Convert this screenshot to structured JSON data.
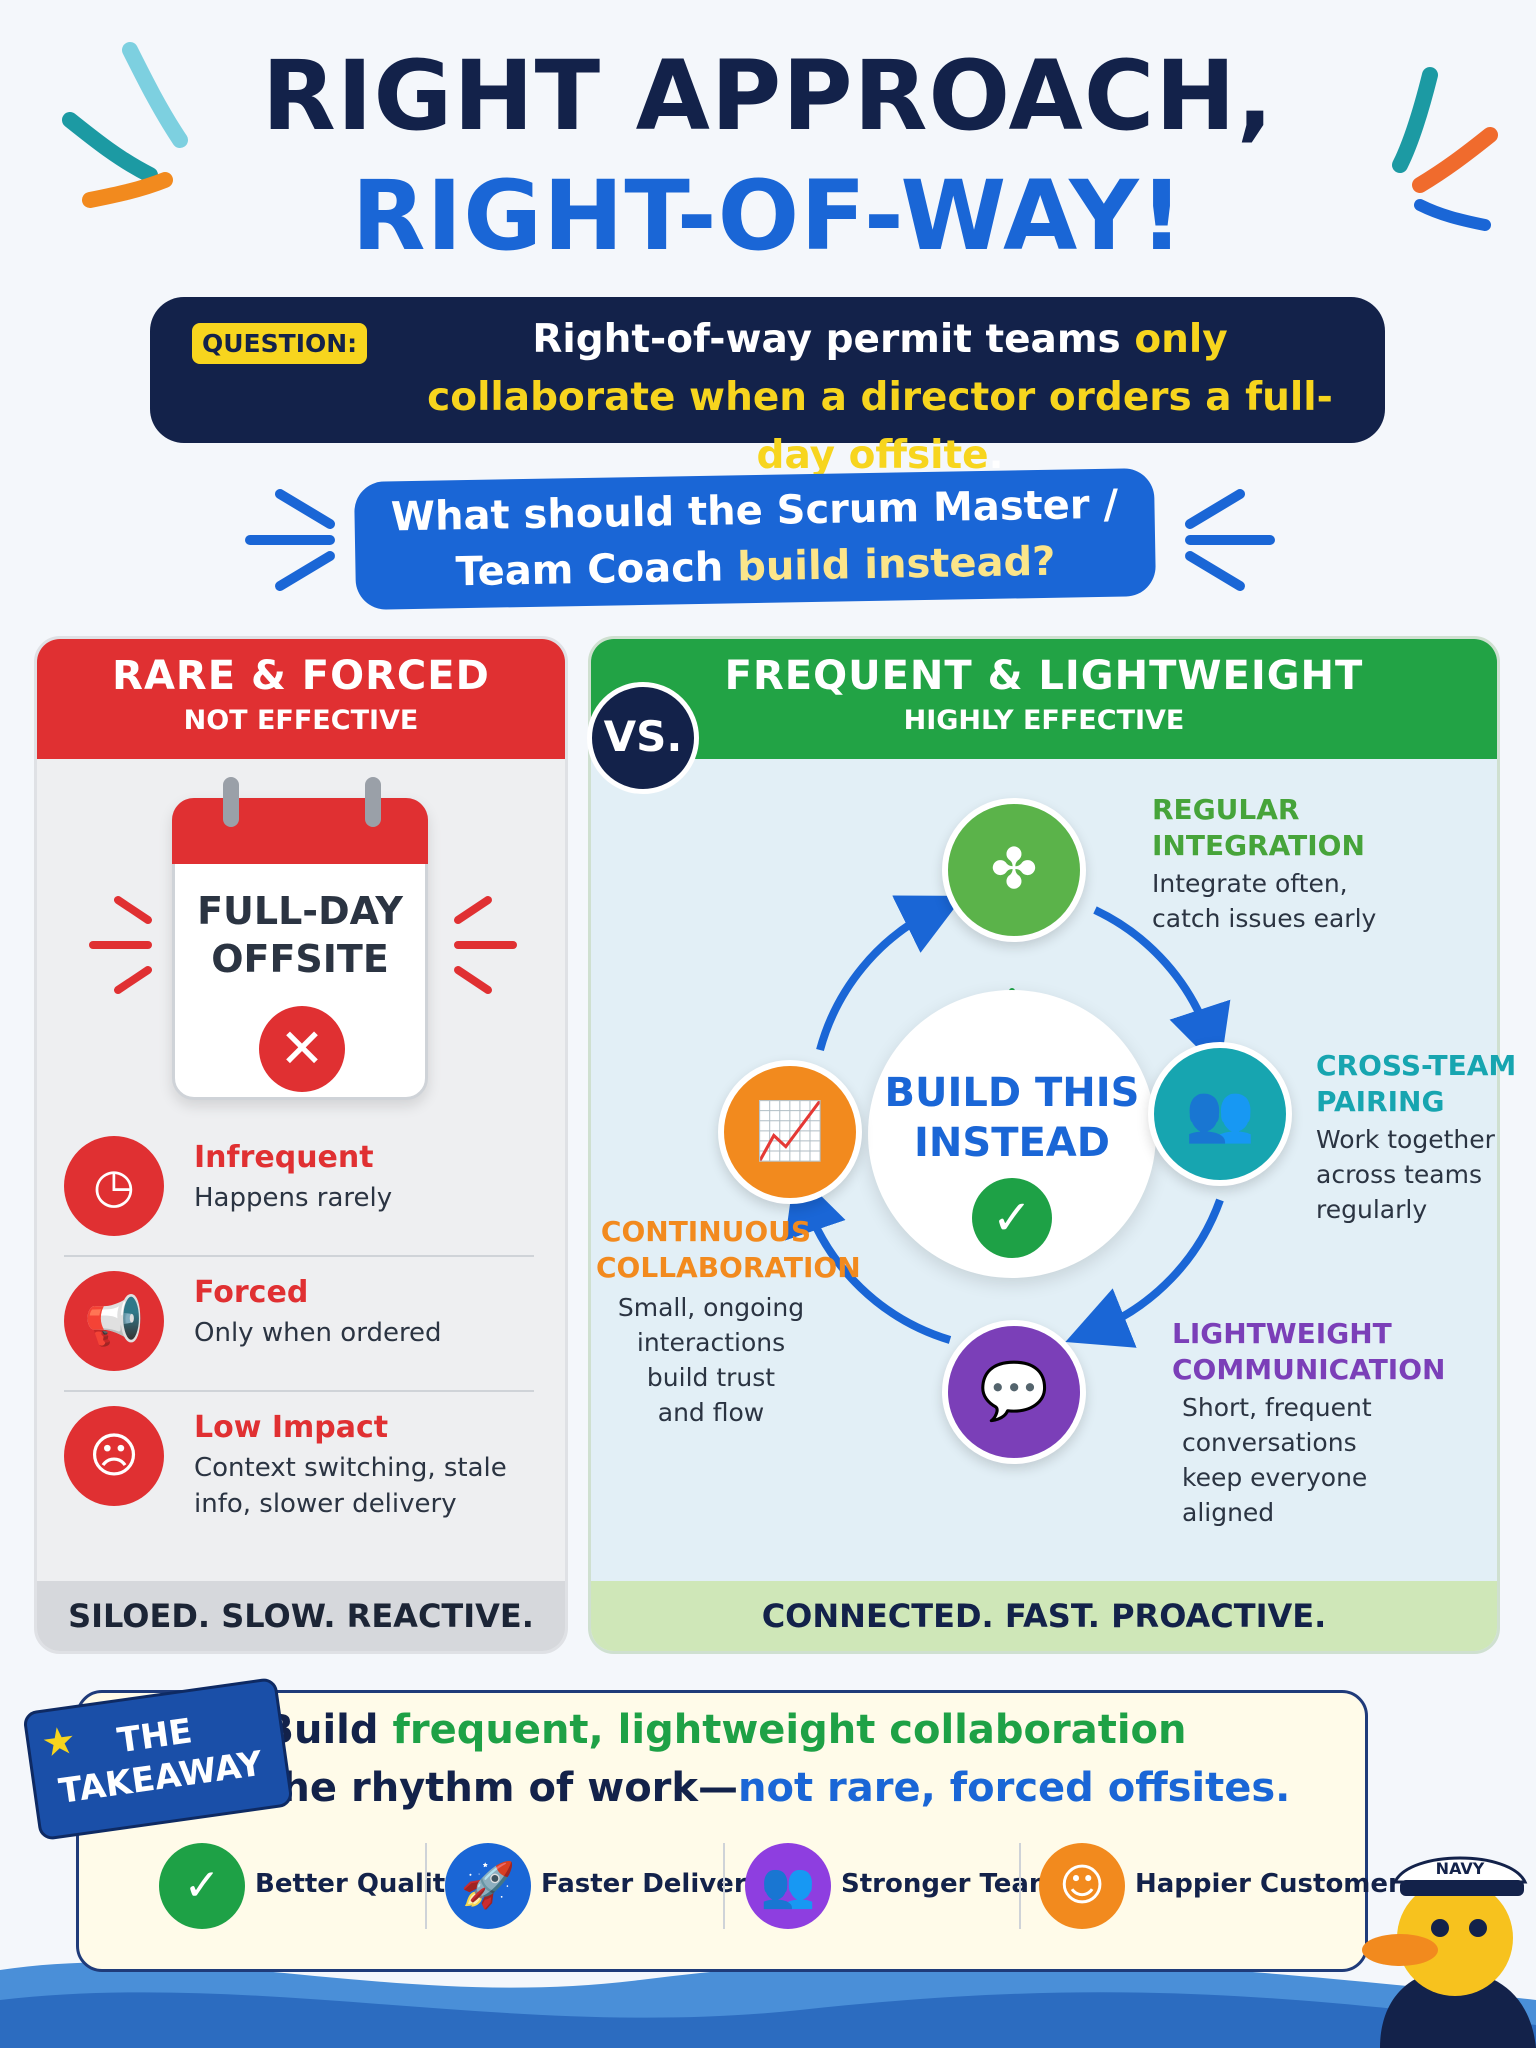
{
  "title": {
    "line1": "RIGHT APPROACH,",
    "line2": "RIGHT-OF-WAY!"
  },
  "question": {
    "tag": "QUESTION:",
    "text_a": "Right-of-way permit teams ",
    "text_b": "only collaborate when a director orders a full-day offsite",
    "text_c": "."
  },
  "ask": {
    "line1": "What should the Scrum Master /",
    "line2a": "Team Coach ",
    "line2b": "build instead?"
  },
  "vs": "VS.",
  "left": {
    "title": "RARE & FORCED",
    "subtitle": "NOT EFFECTIVE",
    "calendar": {
      "line1": "FULL-DAY",
      "line2": "OFFSITE",
      "mark": "✕"
    },
    "items": [
      {
        "title": "Infrequent",
        "desc": "Happens rarely",
        "icon": "clock-icon",
        "glyph": "◷"
      },
      {
        "title": "Forced",
        "desc": "Only when ordered",
        "icon": "megaphone-icon",
        "glyph": "📢"
      },
      {
        "title": "Low Impact",
        "desc": "Context switching, stale info, slower delivery",
        "icon": "sad-face-icon",
        "glyph": "☹"
      }
    ],
    "footer": "SILOED. SLOW. REACTIVE."
  },
  "right": {
    "title": "FREQUENT & LIGHTWEIGHT",
    "subtitle": "HIGHLY EFFECTIVE",
    "center": {
      "line1": "BUILD THIS",
      "line2": "INSTEAD",
      "check": "✓"
    },
    "nodes": [
      {
        "label1": "REGULAR",
        "label2": "INTEGRATION",
        "desc1": "Integrate often,",
        "desc2": "catch issues early",
        "color": "#5bb34a",
        "glyph": "✤"
      },
      {
        "label1": "CROSS-TEAM",
        "label2": "PAIRING",
        "desc1": "Work together",
        "desc2": "across teams",
        "desc3": "regularly",
        "color": "#17a5b0",
        "glyph": "👥"
      },
      {
        "label1": "LIGHTWEIGHT",
        "label2": "COMMUNICATION",
        "desc1": "Short, frequent",
        "desc2": "conversations",
        "desc3": "keep everyone",
        "desc4": "aligned",
        "color": "#7b3fb8",
        "glyph": "💬"
      },
      {
        "label1": "CONTINUOUS",
        "label2": "COLLABORATION",
        "desc1": "Small, ongoing",
        "desc2": "interactions",
        "desc3": "build trust",
        "desc4": "and flow",
        "color": "#f28a1e",
        "glyph": "📈"
      }
    ],
    "footer": "CONNECTED. FAST. PROACTIVE."
  },
  "takeaway": {
    "tag1": "THE",
    "tag2": "TAKEAWAY",
    "line1a": "Build ",
    "line1b": "frequent, lightweight collaboration",
    "line2a": "into the rhythm of work—",
    "line2b": "not rare, forced offsites.",
    "benefits": [
      {
        "label": "Better Quality",
        "color": "#1ea146",
        "glyph": "✓",
        "icon": "check-icon"
      },
      {
        "label": "Faster Delivery",
        "color": "#1a66d6",
        "glyph": "🚀",
        "icon": "rocket-icon"
      },
      {
        "label": "Stronger Teams",
        "color": "#8e3ee0",
        "glyph": "👥",
        "icon": "team-icon"
      },
      {
        "label": "Happier Customers",
        "color": "#f28a1e",
        "glyph": "☺",
        "icon": "smile-icon"
      }
    ]
  },
  "mascot": {
    "cap_text": "NAVY"
  }
}
